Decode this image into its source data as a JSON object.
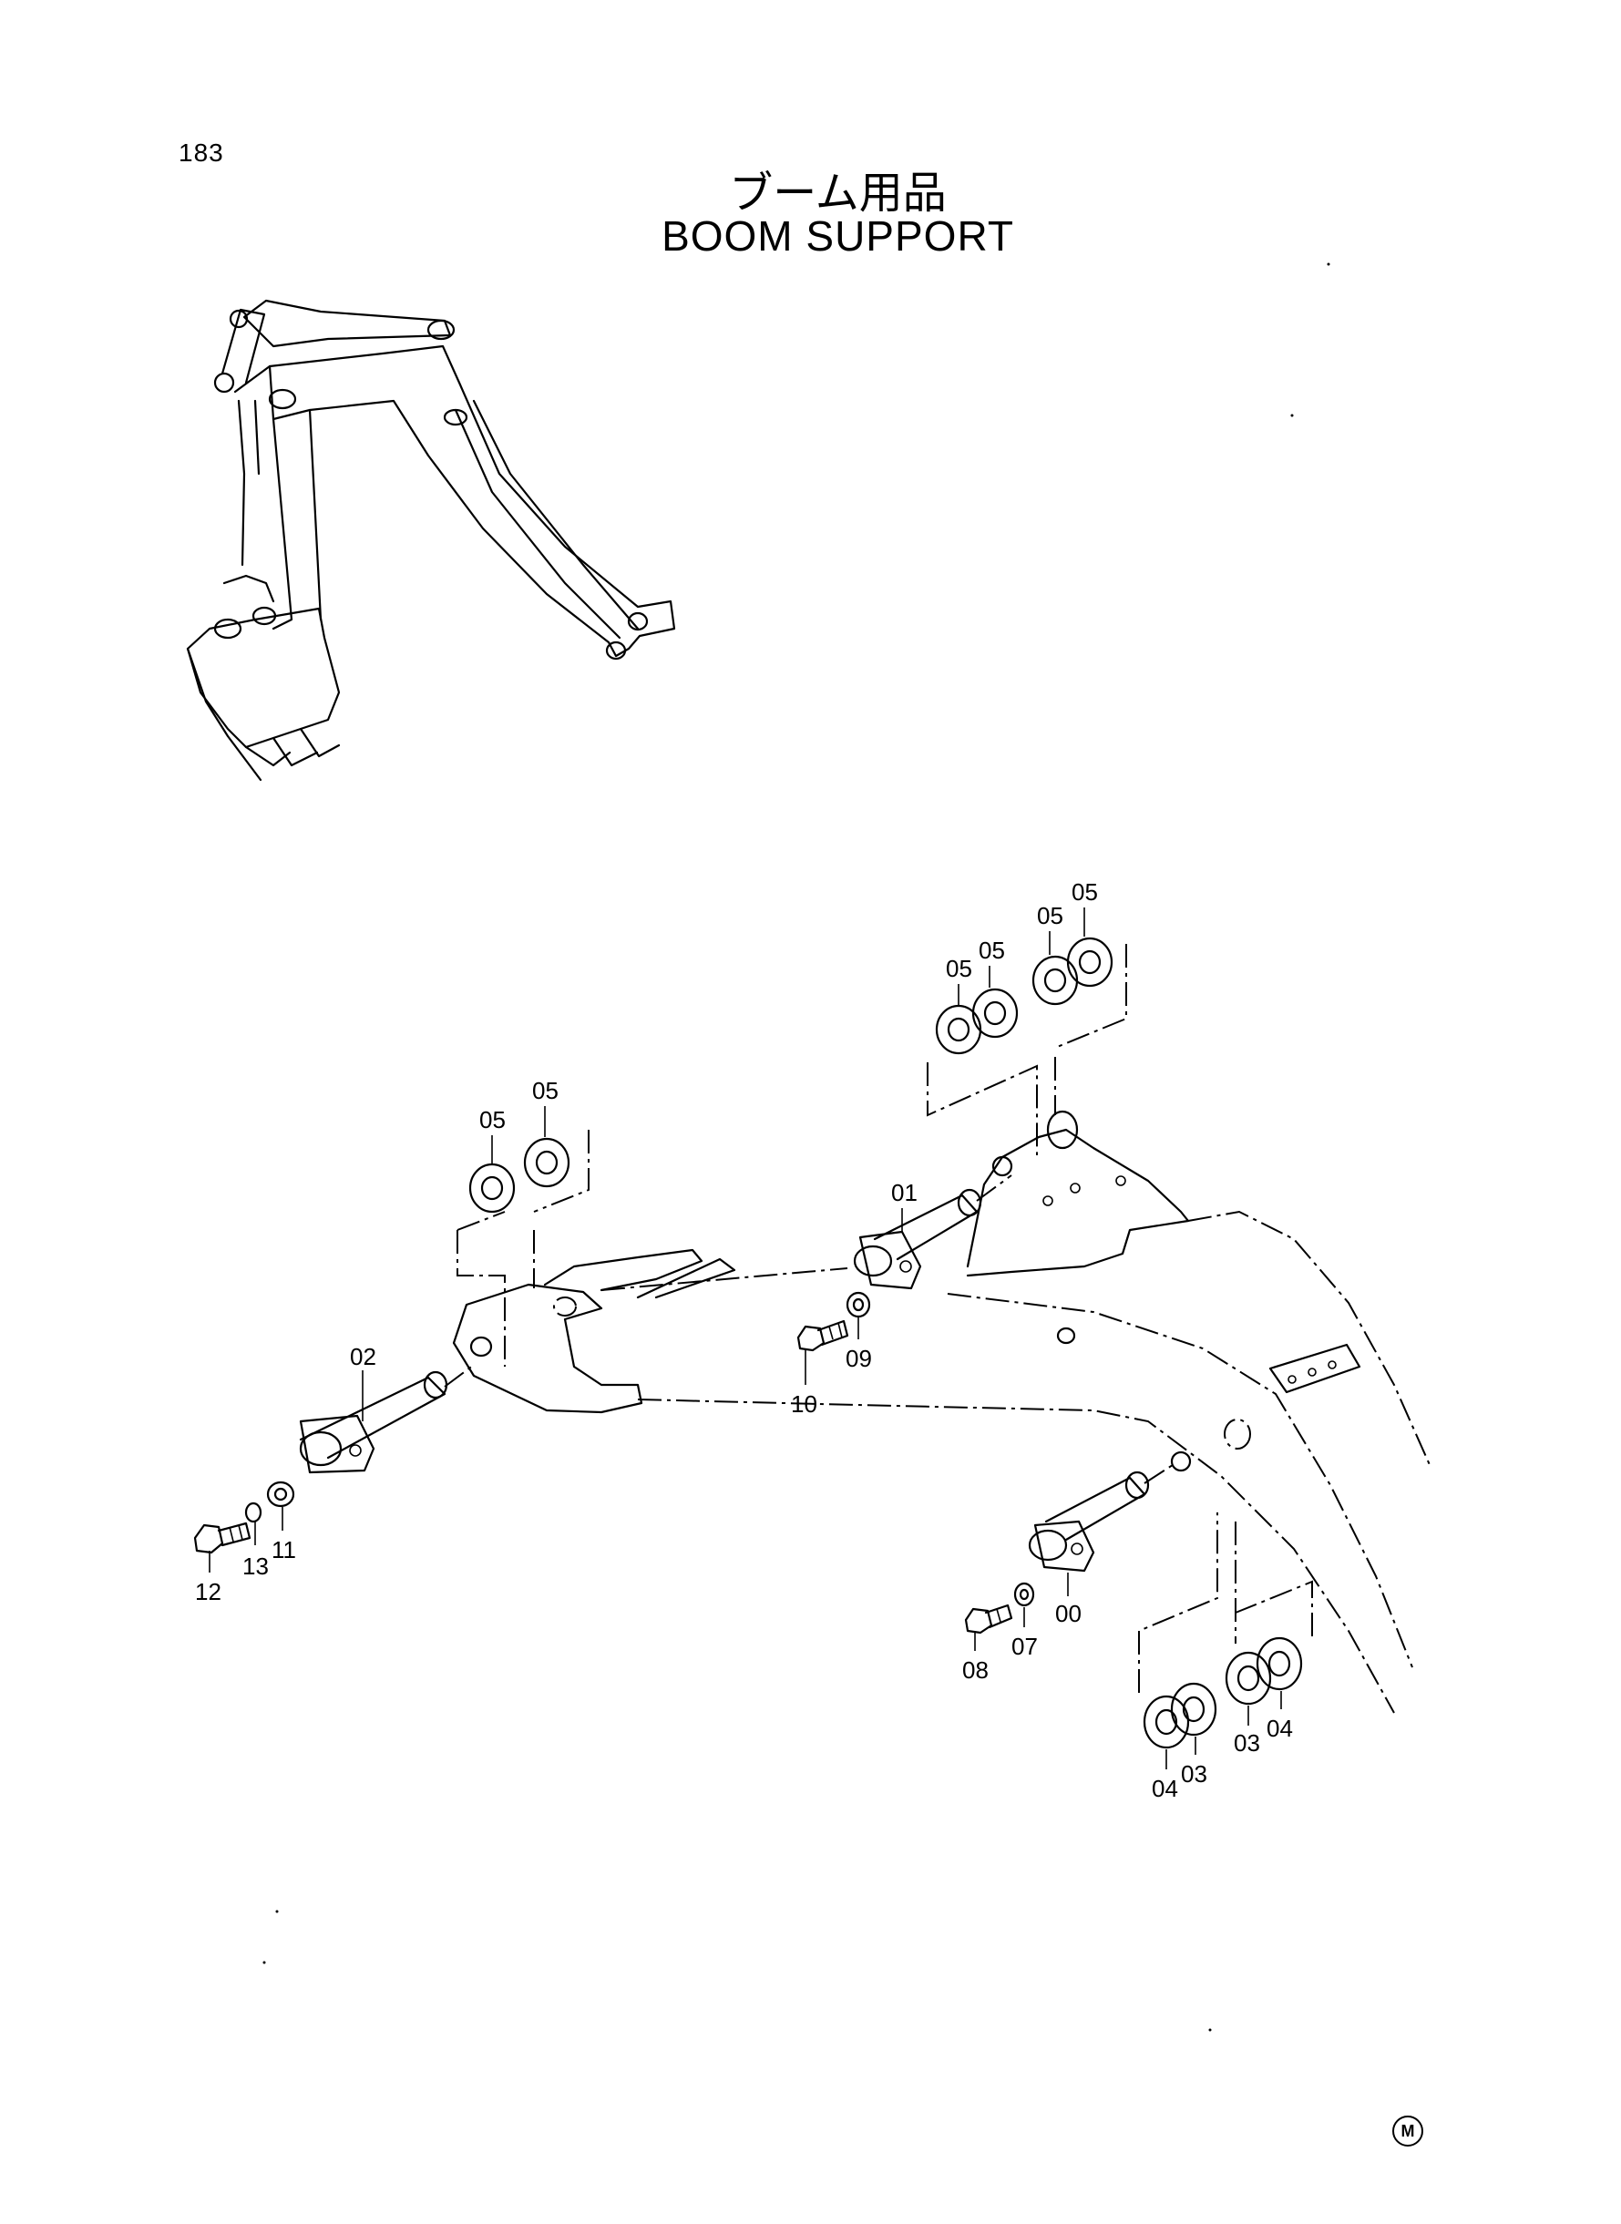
{
  "page_number": "183",
  "title_jp": "ブーム用品",
  "title_en": "BOOM SUPPORT",
  "callouts": {
    "c00": "00",
    "c01": "01",
    "c02": "02",
    "c03a": "03",
    "c03b": "03",
    "c04a": "04",
    "c04b": "04",
    "c05a": "05",
    "c05b": "05",
    "c05c": "05",
    "c05d": "05",
    "c05e": "05",
    "c05f": "05",
    "c07": "07",
    "c08": "08",
    "c09": "09",
    "c10": "10",
    "c11": "11",
    "c12": "12",
    "c13": "13"
  },
  "mark": "M"
}
